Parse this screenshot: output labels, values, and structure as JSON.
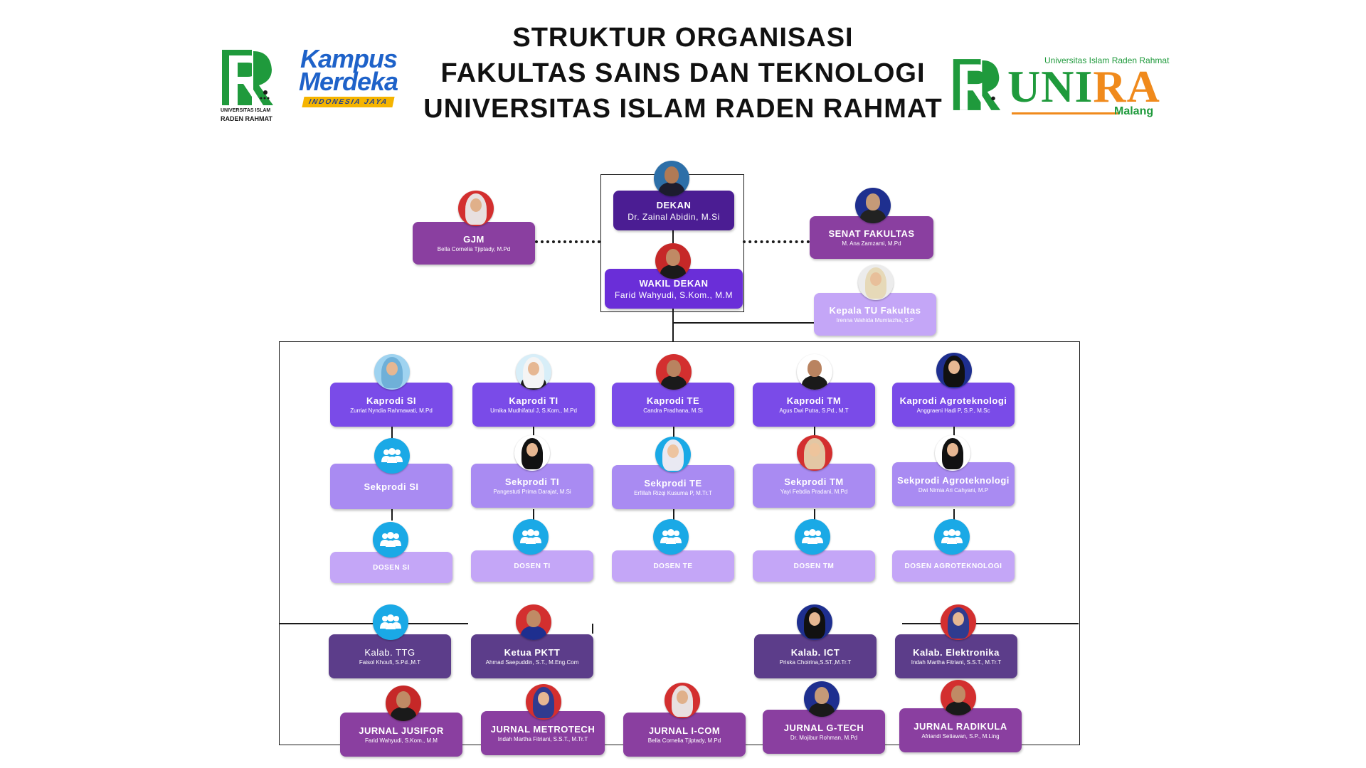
{
  "header": {
    "title_lines": [
      "STRUKTUR ORGANISASI",
      "FAKULTAS SAINS DAN TEKNOLOGI",
      "UNIVERSITAS ISLAM RADEN RAHMAT"
    ]
  },
  "logos": {
    "left_caption_1": "UNIVERSITAS ISLAM",
    "left_caption_2": "RADEN RAHMAT",
    "km_line1": "Kampus",
    "km_line2": "Merdeka",
    "km_ribbon": "INDONESIA JAYA",
    "unira_top": "Universitas Islam Raden Rahmat",
    "unira_un": "UNI",
    "unira_ra": "RA",
    "unira_malang": "Malang"
  },
  "colors": {
    "dark_violet": "#4b1d93",
    "violet": "#7a4be8",
    "plum": "#8a3fa0",
    "lilac": "#a98bf2",
    "light_lilac": "#c4a6f7",
    "grape": "#5c3d8a",
    "icon_blue": "#1aa9e6"
  },
  "nodes": {
    "dekan": {
      "role": "DEKAN",
      "name": "Dr. Zainal Abidin, M.Si"
    },
    "wakil": {
      "role": "WAKIL DEKAN",
      "name": "Farid Wahyudi, S.Kom., M.M"
    },
    "gjm": {
      "role": "GJM",
      "name": "Bella Cornelia Tjiptady, M.Pd"
    },
    "senat": {
      "role": "SENAT FAKULTAS",
      "name": "M. Ana Zamzami, M.Pd"
    },
    "ktu": {
      "role": "Kepala TU Fakultas",
      "name": "Irenna Wahida Mumtazha, S.P"
    },
    "kaprodi": [
      {
        "role": "Kaprodi SI",
        "name": "Zurriat Nyndia Rahmawati, M.Pd"
      },
      {
        "role": "Kaprodi TI",
        "name": "Umika Mudhifatul J, S.Kom., M.Pd"
      },
      {
        "role": "Kaprodi TE",
        "name": "Candra Pradhana, M.Si"
      },
      {
        "role": "Kaprodi TM",
        "name": "Agus Dwi Putra, S.Pd., M.T"
      },
      {
        "role": "Kaprodi Agroteknologi",
        "name": "Anggraeni Hadi P, S.P., M.Sc"
      }
    ],
    "sekprodi": [
      {
        "role": "Sekprodi SI",
        "name": ""
      },
      {
        "role": "Sekprodi TI",
        "name": "Pangestuti Prima Darajat, M.Si"
      },
      {
        "role": "Sekprodi TE",
        "name": "Erfillah Rizqi Kusuma P, M.Tr.T"
      },
      {
        "role": "Sekprodi TM",
        "name": "Yayi Febdia Pradani, M.Pd"
      },
      {
        "role": "Sekprodi Agroteknologi",
        "name": "Dwi Nirnia Ari Cahyani, M.P"
      }
    ],
    "dosen": [
      {
        "role": "DOSEN SI"
      },
      {
        "role": "DOSEN TI"
      },
      {
        "role": "DOSEN TE"
      },
      {
        "role": "DOSEN TM"
      },
      {
        "role": "DOSEN AGROTEKNOLOGI"
      }
    ],
    "units": [
      {
        "role": "Kalab. TTG",
        "name": "Faisol Khoufi, S.Pd.,M.T"
      },
      {
        "role": "Ketua PKTT",
        "name": "Ahmad Saepuddin, S.T., M.Eng.Com"
      },
      {
        "role": "Kalab. ICT",
        "name": "Priska Choirina,S.ST.,M.Tr.T"
      },
      {
        "role": "Kalab. Elektronika",
        "name": "Indah Martha Fitriani, S.S.T., M.Tr.T"
      }
    ],
    "jurnal": [
      {
        "role": "JURNAL JUSIFOR",
        "name": "Farid Wahyudi, S.Kom., M.M"
      },
      {
        "role": "JURNAL METROTECH",
        "name": "Indah Martha Fitriani, S.S.T., M.Tr.T"
      },
      {
        "role": "JURNAL I-COM",
        "name": "Bella Cornelia Tjiptady, M.Pd"
      },
      {
        "role": "JURNAL G-TECH",
        "name": "Dr. Mojibur Rohman, M.Pd"
      },
      {
        "role": "JURNAL RADIKULA",
        "name": "Afriandi Setiawan, S.P., M.Ling"
      }
    ]
  }
}
